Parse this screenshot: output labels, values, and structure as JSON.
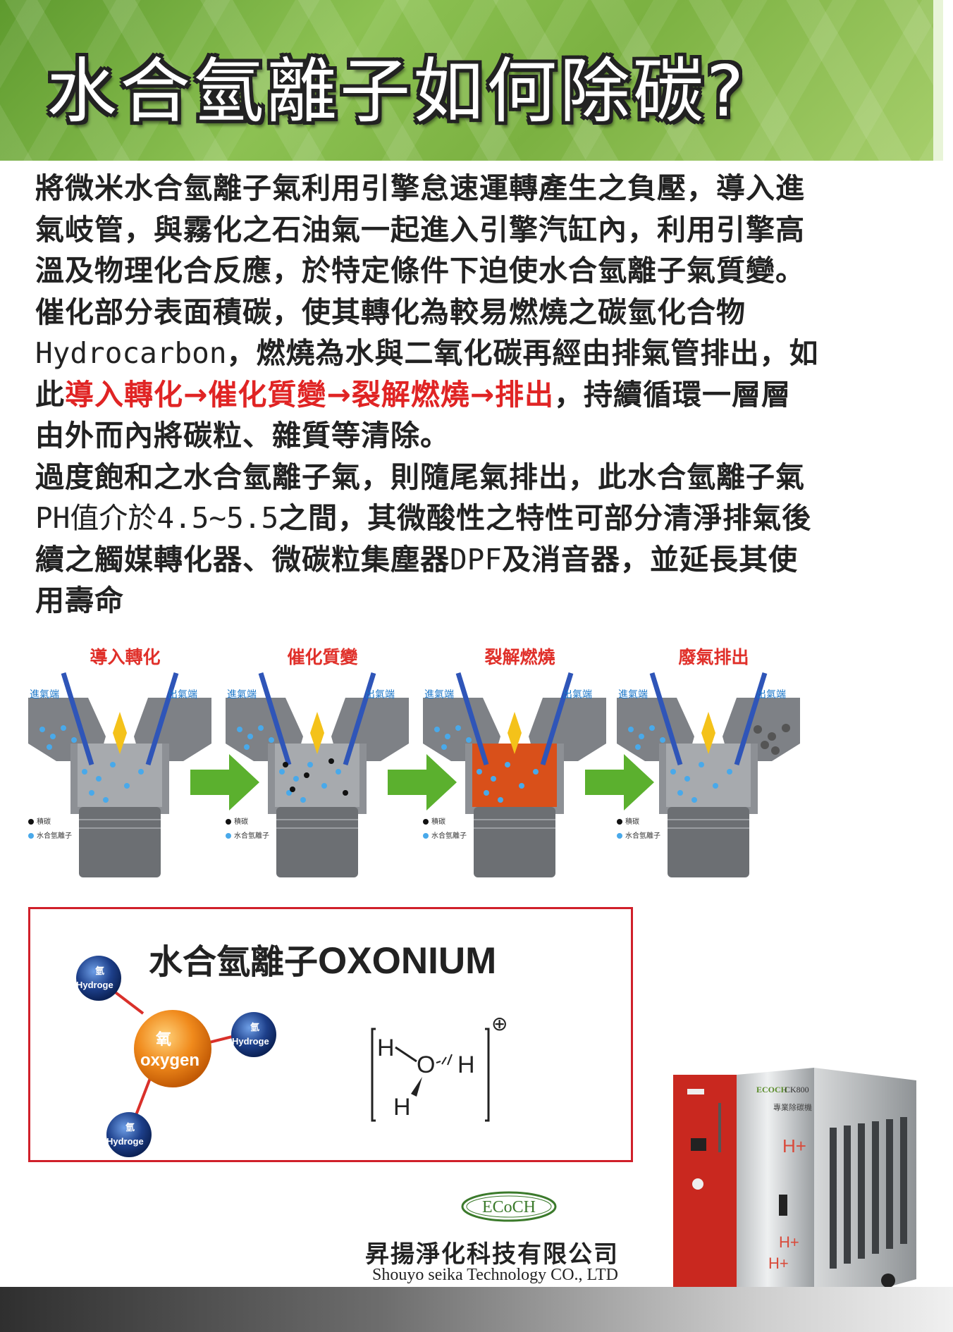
{
  "header": {
    "title": "水合氫離子如何除碳?"
  },
  "paragraph": {
    "line1": "將微米水合氫離子氣利用引擎怠速運轉產生之負壓，導入進",
    "line2": "氣岐管，與霧化之石油氣一起進入引擎汽缸內，利用引擎高",
    "line3": "溫及物理化合反應，於特定條件下迫使水合氫離子氣質變。",
    "line4": "催化部分表面積碳，使其轉化為較易燃燒之碳氫化合物",
    "line5_a": "Hydrocarbon",
    "line5_b": "，燃燒為水與二氧化碳再經由排氣管排出，如",
    "line6_a": "此",
    "line6_red": "導入轉化→催化質變→裂解燃燒→排出",
    "line6_b": "，持續循環一層層",
    "line7": "由外而內將碳粒、雜質等清除。",
    "line8": "過度飽和之水合氫離子氣，則隨尾氣排出，此水合氫離子氣",
    "line9_a": "PH值介於4.5~5.5",
    "line9_b": "之間，其微酸性之特性可部分清淨排氣後",
    "line10_a": "續之觸媒轉化器、微碳粒集塵器",
    "line10_b": "DPF",
    "line10_c": "及消音器，並延長其使",
    "line11": "用壽命"
  },
  "process": {
    "stages": [
      {
        "title": "導入轉化",
        "intake": "進氣端",
        "exhaust": "出氣端",
        "legend_carbon": "積碳",
        "legend_ion": "水合氫離子"
      },
      {
        "title": "催化質變",
        "intake": "進氣端",
        "exhaust": "出氣端",
        "legend_carbon": "積碳",
        "legend_ion": "水合氫離子"
      },
      {
        "title": "裂解燃燒",
        "intake": "進氣端",
        "exhaust": "出氣端",
        "legend_carbon": "積碳",
        "legend_ion": "水合氫離子"
      },
      {
        "title": "廢氣排出",
        "intake": "進氣端",
        "exhaust": "出氣端",
        "legend_carbon": "積碳",
        "legend_ion": "水合氫離子"
      }
    ]
  },
  "oxonium": {
    "title_zh": "水合氫離子",
    "title_en": "OXONIUM",
    "oxygen_zh": "氧",
    "oxygen_en": "oxygen",
    "hydrogen_zh": "氫",
    "hydrogen_en": "Hydroge",
    "formula_h": "H",
    "formula_o": "O",
    "charge": "⊕"
  },
  "machine": {
    "brand": "ECOCH",
    "model": "CK800",
    "label_zh": "專業除碳機",
    "h_plus": "H+"
  },
  "company": {
    "logo_text": "ECoCH",
    "name_zh": "昇揚淨化科技有限公司",
    "name_en": "Shouyo seika Technology CO., LTD"
  },
  "colors": {
    "banner_green": "#8cc152",
    "accent_red": "#e02424",
    "stage_title_red": "#e0302a",
    "port_blue": "#1a76c9",
    "arrow_green": "#5bb02e",
    "oxygen_orange": "#f07a1a",
    "hydrogen_blue": "#1d3f8a"
  }
}
